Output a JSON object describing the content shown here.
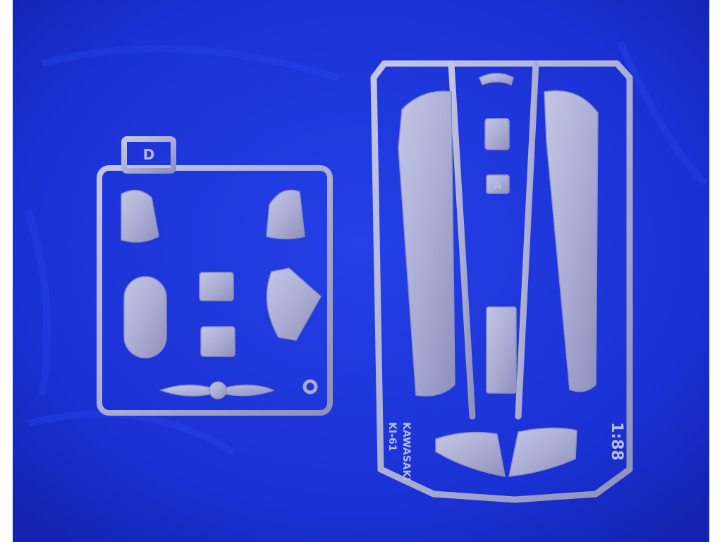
{
  "image": {
    "subject": "plastic-model-kit-sprues",
    "colors": {
      "backdrop": "#1a31d4",
      "backdrop_shadow": "#1224b0",
      "plastic": "#a9abd3",
      "plastic_light": "#c4c6e6",
      "plastic_shadow": "#8e90bd",
      "photo_border": "#ffffff"
    }
  },
  "sprue_small": {
    "tag_letter": "D"
  },
  "sprue_large": {
    "tag_letter": "A",
    "molded_text_1": "KI-61",
    "molded_text_2": "KAWASAKI",
    "molded_text_3": "1:88"
  }
}
